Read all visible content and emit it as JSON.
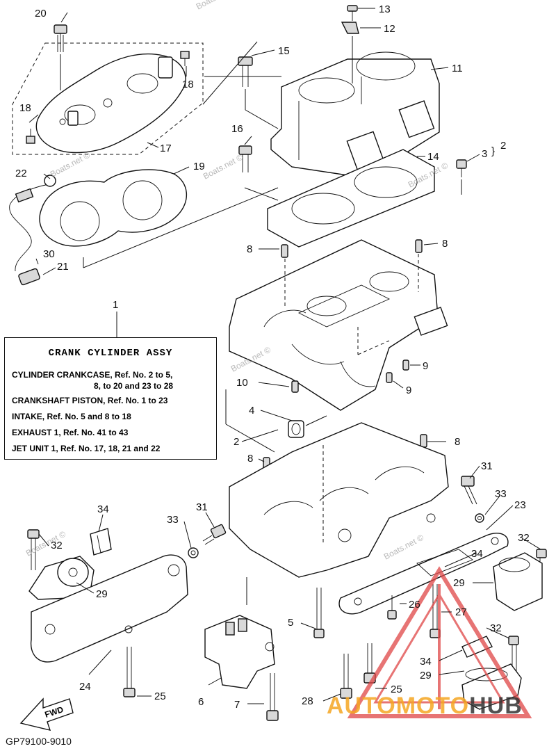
{
  "legend": {
    "title": "CRANK CYLINDER ASSY",
    "lines": [
      "CYLINDER CRANKCASE, Ref. No. 2 to 5,",
      "8, to 20 and 23 to 28",
      "CRANKSHAFT PISTON, Ref. No. 1 to 23",
      "INTAKE, Ref. No. 5 and 8 to 18",
      "EXHAUST 1, Ref. No. 41 to 43",
      "JET UNIT 1, Ref. No. 17, 18, 21 and 22"
    ]
  },
  "diagram_code": "GP79100-9010",
  "watermarks": [
    "Boats.net ©",
    "Boats.net ©",
    "Boats.net ©",
    "Boats.net ©",
    "Boats.net ©",
    "Boats.net ©",
    "Boats.net ©"
  ],
  "brand": {
    "part1": "AUTO",
    "part2": "MOTO",
    "part3": "HUB"
  },
  "fwd_label": "FWD",
  "callouts": {
    "c1": "1",
    "c2a": "2",
    "c2b": "2",
    "c3": "3",
    "c4": "4",
    "c5": "5",
    "c6": "6",
    "c7": "7",
    "c8a": "8",
    "c8b": "8",
    "c8c": "8",
    "c8d": "8",
    "c9a": "9",
    "c9b": "9",
    "c10": "10",
    "c11": "11",
    "c12": "12",
    "c13": "13",
    "c14": "14",
    "c15": "15",
    "c16": "16",
    "c17": "17",
    "c18a": "18",
    "c18b": "18",
    "c19": "19",
    "c20": "20",
    "c21": "21",
    "c22": "22",
    "c23": "23",
    "c24": "24",
    "c25a": "25",
    "c25b": "25",
    "c26": "26",
    "c27": "27",
    "c28": "28",
    "c29a": "29",
    "c29b": "29",
    "c29c": "29",
    "c30": "30",
    "c31a": "31",
    "c31b": "31",
    "c32a": "32",
    "c32b": "32",
    "c32c": "32",
    "c33a": "33",
    "c33b": "33",
    "c34a": "34",
    "c34b": "34",
    "c34c": "34"
  }
}
